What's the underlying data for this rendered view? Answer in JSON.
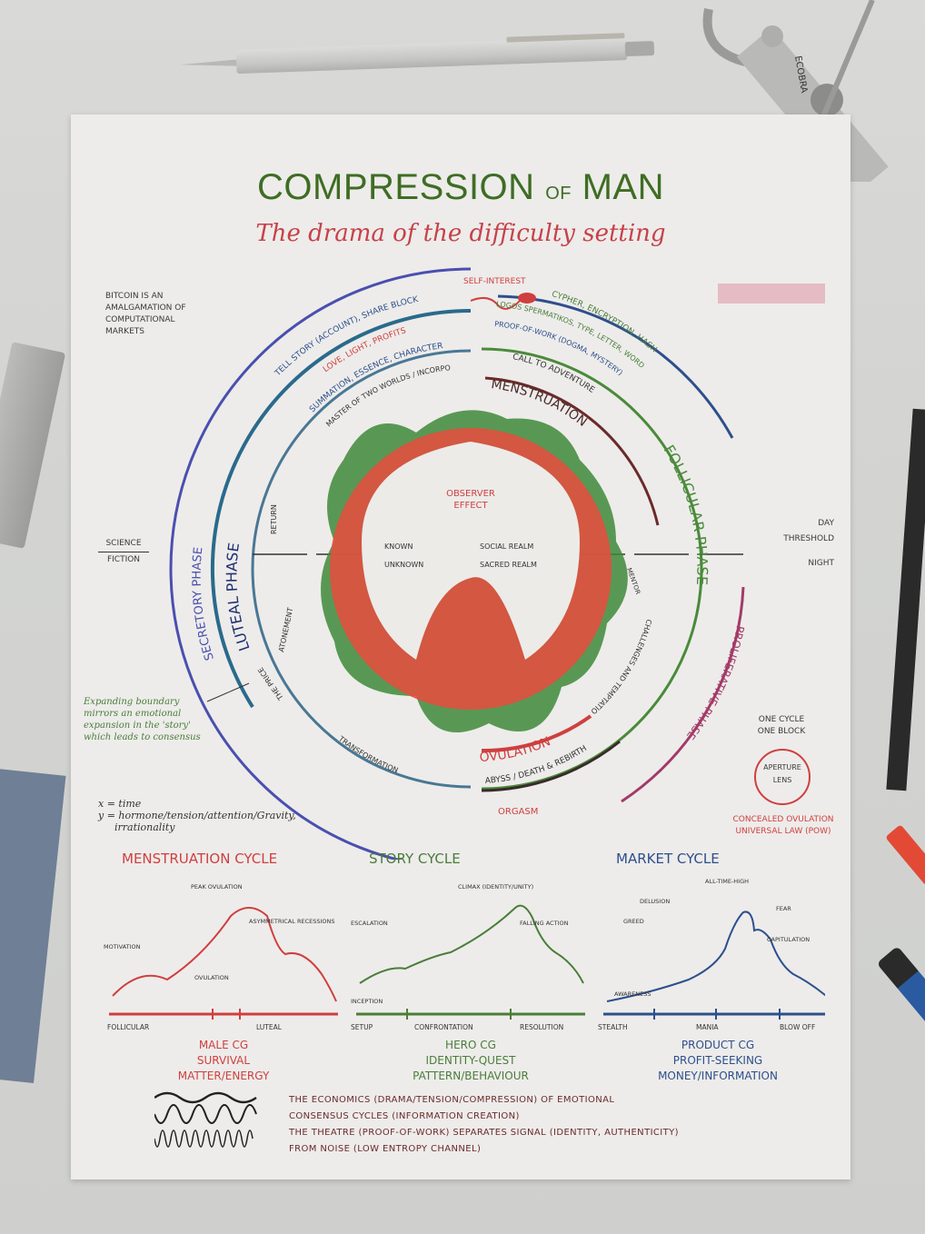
{
  "header": {
    "title_main": "COMPRESSION",
    "title_of": "OF",
    "title_end": "MAN",
    "subtitle": "The drama of the difficulty setting"
  },
  "side_notes": {
    "bitcoin": [
      "BITCOIN IS AN",
      "AMALGAMATION OF",
      "COMPUTATIONAL",
      "MARKETS"
    ],
    "science_fiction": {
      "top": "SCIENCE",
      "bottom": "FICTION"
    },
    "day_night": {
      "top": "DAY",
      "middle": "THRESHOLD",
      "bottom": "NIGHT"
    },
    "expanding": [
      "Expanding boundary",
      "mirrors an emotional",
      "expansion in the 'story'",
      "which leads to consensus"
    ],
    "axes": {
      "x": "x = time",
      "y": "y = hormone/tension/attention/Gravity,",
      "y2": "irrationality"
    },
    "one_cycle": [
      "ONE CYCLE",
      "ONE BLOCK"
    ],
    "aperture": [
      "APERTURE",
      "LENS"
    ],
    "concealed": [
      "CONCEALED OVULATION",
      "UNIVERSAL LAW (POW)"
    ]
  },
  "wheel": {
    "center_label": [
      "OBSERVER",
      "EFFECT"
    ],
    "known": "KNOWN",
    "unknown": "UNKNOWN",
    "social_realm": "SOCIAL REALM",
    "sacred_realm": "SACRED REALM",
    "self_interest": "SELF-INTEREST",
    "outer_left": "TELL STORY (ACCOUNT), SHARE BLOCK",
    "love_light": "LOVE, LIGHT, PROFITS",
    "summation": "SUMMATION, ESSENCE, CHARACTER",
    "master": "MASTER OF TWO WORLDS / INCORPORATION",
    "return": "RETURN",
    "atonement": "ATONEMENT",
    "the_price": "THE PRICE",
    "transformation": "TRANSFORMATION",
    "abyss": "ABYSS / DEATH & REBIRTH",
    "orgasm": "ORGASM",
    "ovulation": "OVULATION",
    "challenges": "CHALLENGES AND TEMPTATIONS",
    "call": "CALL TO ADVENTURE",
    "menstruation": "MENSTRUATION",
    "follicular": "FOLLICULAR PHASE",
    "proliferative": "PROLIFERATIVE PHASE",
    "luteal": "LUTEAL PHASE",
    "secretory": "SECRETORY PHASE",
    "pow": "PROOF-OF-WORK (DOGMA, MYSTERY)",
    "logos": "LOGOS SPERMATIKOS, TYPE, LETTER, WORD",
    "cypher": "CYPHER, ENCRYPTION, HASH",
    "mentor": "MENTOR"
  },
  "charts": [
    {
      "title": "MENSTRUATION CYCLE",
      "color": "#cf3f3f",
      "annotations": [
        "PEAK OVULATION",
        "ASYMMETRICAL RECESSIONS",
        "MOTIVATION",
        "OVULATION"
      ],
      "phases": [
        "FOLLICULAR",
        "LUTEAL"
      ],
      "caption": [
        "MALE CG",
        "SURVIVAL",
        "MATTER/ENERGY"
      ]
    },
    {
      "title": "STORY CYCLE",
      "color": "#4a7d3a",
      "annotations": [
        "CLIMAX (IDENTITY/UNITY)",
        "ESCALATION",
        "FALLING ACTION",
        "INCEPTION"
      ],
      "phases": [
        "SETUP",
        "CONFRONTATION",
        "RESOLUTION"
      ],
      "caption": [
        "HERO CG",
        "IDENTITY-QUEST",
        "PATTERN/BEHAVIOUR"
      ]
    },
    {
      "title": "MARKET CYCLE",
      "color": "#2d4f8c",
      "annotations": [
        "ALL-TIME-HIGH",
        "DELUSION",
        "GREED",
        "FEAR",
        "CAPITULATION",
        "AWARENESS"
      ],
      "phases": [
        "STEALTH",
        "MANIA",
        "BLOW OFF"
      ],
      "caption": [
        "PRODUCT CG",
        "PROFIT-SEEKING",
        "MONEY/INFORMATION"
      ]
    }
  ],
  "footer": [
    "THE ECONOMICS (DRAMA/TENSION/COMPRESSION) OF EMOTIONAL",
    "CONSENSUS CYCLES (INFORMATION CREATION)",
    "THE THEATRE (PROOF-OF-WORK) SEPARATES SIGNAL (IDENTITY, AUTHENTICITY)",
    "FROM NOISE (LOW ENTROPY CHANNEL)"
  ],
  "props": {
    "compass_brand": "ECOBRA"
  },
  "colors": {
    "green": "#4a7d3a",
    "red": "#cf3f3f",
    "blue": "#2d4f8c",
    "dark_red": "#6b2a2a",
    "magenta": "#a33a68",
    "teal": "#2a6a8c"
  }
}
